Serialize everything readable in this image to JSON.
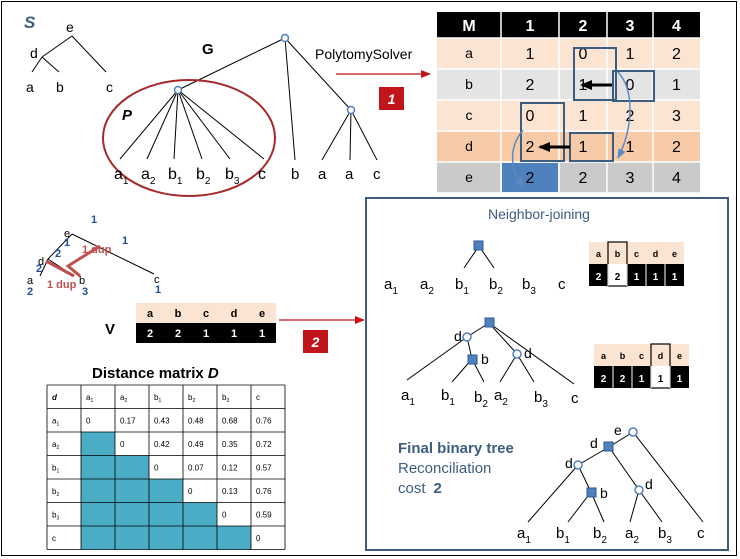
{
  "species_tree": {
    "label": "S",
    "root": "e",
    "node_d": "d",
    "leaves": [
      "a",
      "b",
      "c"
    ]
  },
  "gene_tree": {
    "label": "G",
    "polytomy_label": "P",
    "leaves": [
      {
        "base": "a",
        "sub": "1"
      },
      {
        "base": "a",
        "sub": "2"
      },
      {
        "base": "b",
        "sub": "1"
      },
      {
        "base": "b",
        "sub": "2"
      },
      {
        "base": "b",
        "sub": "3"
      },
      {
        "base": "c",
        "sub": ""
      }
    ],
    "outside_leaves": [
      "b",
      "a",
      "a",
      "c"
    ]
  },
  "step1": {
    "label": "PolytomySolver",
    "number": "1"
  },
  "step2": {
    "number": "2"
  },
  "matrix_m": {
    "corner": "M",
    "columns": [
      "1",
      "2",
      "3",
      "4"
    ],
    "rows": [
      {
        "label": "a",
        "values": [
          "1",
          "0",
          "1",
          "2"
        ]
      },
      {
        "label": "b",
        "values": [
          "2",
          "1",
          "0",
          "1"
        ]
      },
      {
        "label": "c",
        "values": [
          "0",
          "1",
          "2",
          "3"
        ]
      },
      {
        "label": "d",
        "values": [
          "2",
          "1",
          "1",
          "2"
        ]
      },
      {
        "label": "e",
        "values": [
          "2",
          "2",
          "3",
          "4"
        ]
      }
    ]
  },
  "annotated_tree": {
    "root": "e",
    "node_d": "d",
    "leaves": [
      "a",
      "b",
      "c"
    ],
    "counts": [
      "1",
      "1",
      "2",
      "2",
      "1",
      "2",
      "3",
      "1"
    ],
    "dup_labels": [
      "1 dup",
      "1 dup"
    ]
  },
  "vector_v": {
    "label": "V",
    "headers": [
      "a",
      "b",
      "c",
      "d",
      "e"
    ],
    "values": [
      "2",
      "2",
      "1",
      "1",
      "1"
    ]
  },
  "distance_matrix": {
    "title": "Distance matrix D",
    "corner": "d",
    "headers": [
      {
        "base": "a",
        "sub": "1"
      },
      {
        "base": "a",
        "sub": "2"
      },
      {
        "base": "b",
        "sub": "1"
      },
      {
        "base": "b",
        "sub": "2"
      },
      {
        "base": "b",
        "sub": "3"
      },
      {
        "base": "c",
        "sub": ""
      }
    ],
    "rows": [
      [
        "0",
        "0.17",
        "0.43",
        "0.48",
        "0.68",
        "0.76"
      ],
      [
        "",
        "0",
        "0.42",
        "0.49",
        "0.35",
        "0.72"
      ],
      [
        "",
        "",
        "0",
        "0.07",
        "0.12",
        "0.57"
      ],
      [
        "",
        "",
        "",
        "0",
        "0.13",
        "0.76"
      ],
      [
        "",
        "",
        "",
        "",
        "0",
        "0.59"
      ],
      [
        "",
        "",
        "",
        "",
        "",
        "0"
      ]
    ]
  },
  "neighbor_joining": {
    "title": "Neighbor-joining",
    "step_a": {
      "leaves": [
        {
          "base": "a",
          "sub": "1"
        },
        {
          "base": "a",
          "sub": "2"
        },
        {
          "base": "b",
          "sub": "1"
        },
        {
          "base": "b",
          "sub": "2"
        },
        {
          "base": "b",
          "sub": "3"
        },
        {
          "base": "c",
          "sub": ""
        }
      ],
      "vector_headers": [
        "a",
        "b",
        "c",
        "d",
        "e"
      ],
      "vector_values": [
        "2",
        "2",
        "1",
        "1",
        "1"
      ]
    },
    "step_b": {
      "node_labels": [
        "d",
        "b",
        "d"
      ],
      "leaves": [
        {
          "base": "a",
          "sub": "1"
        },
        {
          "base": "b",
          "sub": "1"
        },
        {
          "base": "b",
          "sub": "2"
        },
        {
          "base": "a",
          "sub": "2"
        },
        {
          "base": "b",
          "sub": "3"
        },
        {
          "base": "c",
          "sub": ""
        }
      ],
      "vector_headers": [
        "a",
        "b",
        "c",
        "d",
        "e"
      ],
      "vector_values": [
        "2",
        "2",
        "1",
        "1",
        "1"
      ]
    },
    "final": {
      "line1": "Final binary tree",
      "line2": "Reconciliation",
      "line3_prefix": "cost",
      "line3_value": "2",
      "node_labels": [
        "e",
        "d",
        "d",
        "b",
        "d"
      ],
      "leaves": [
        {
          "base": "a",
          "sub": "1"
        },
        {
          "base": "b",
          "sub": "1"
        },
        {
          "base": "b",
          "sub": "2"
        },
        {
          "base": "a",
          "sub": "2"
        },
        {
          "base": "b",
          "sub": "3"
        },
        {
          "base": "c",
          "sub": ""
        }
      ]
    }
  },
  "colors": {
    "header_black": "#000000",
    "row_light": "#fce4d2",
    "row_gray": "#e4e4e4",
    "row_orange": "#f8cba8",
    "row_e_gray": "#cacaca",
    "accent_blue": "#3d5d80",
    "step_red": "#c0151a",
    "ellipse_red": "#a52a2a",
    "node_blue": "#4f81bd",
    "cell_teal": "#4bacc6",
    "dup_red": "#c0504d",
    "count_blue": "#1f4e9a"
  }
}
